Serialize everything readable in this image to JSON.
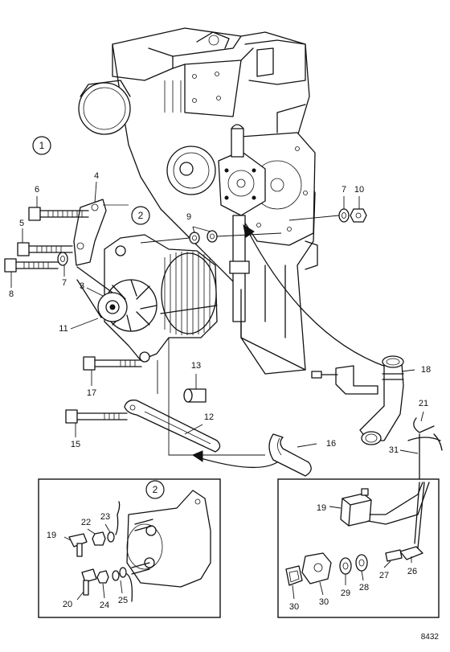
{
  "figure_code": "8432",
  "group_markers": [
    "1",
    "2",
    "2"
  ],
  "parts": [
    "1",
    "2",
    "3",
    "4",
    "5",
    "6",
    "7",
    "7",
    "8",
    "9",
    "10",
    "11",
    "12",
    "13",
    "14",
    "15",
    "16",
    "17",
    "18",
    "19",
    "19",
    "20",
    "21",
    "22",
    "23",
    "24",
    "25",
    "26",
    "27",
    "28",
    "29",
    "30",
    "31"
  ]
}
